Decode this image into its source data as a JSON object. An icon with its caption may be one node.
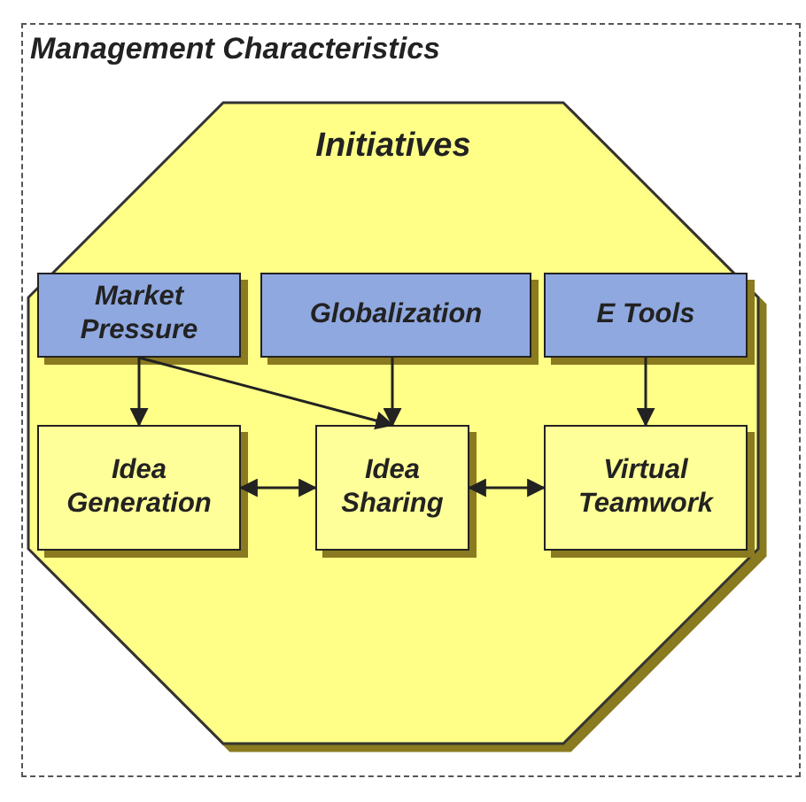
{
  "diagram": {
    "nodes": [
      {
        "text": [
          "Management Characteristics"
        ]
      },
      {
        "text": [
          "Initiatives"
        ],
        "in": 0
      },
      {
        "text": [
          "Market Pressure"
        ],
        "in": 1
      },
      {
        "text": [
          "Globalization"
        ],
        "in": 1
      },
      {
        "text": [
          "E Tools"
        ],
        "in": 1
      },
      {
        "text": [
          "Idea Generation"
        ],
        "in": 1
      },
      {
        "text": [
          "Idea Sharing"
        ],
        "in": 1
      },
      {
        "text": [
          "Virtual Teamwork"
        ],
        "in": 1
      }
    ],
    "edges": [
      {
        "from": 2,
        "to": 5,
        "arrow": "to"
      },
      {
        "from": 2,
        "to": 6,
        "arrow": "to"
      },
      {
        "from": 3,
        "to": 6,
        "arrow": "to"
      },
      {
        "from": 4,
        "to": 7,
        "arrow": "to"
      },
      {
        "from": 5,
        "to": 6,
        "arrow": "both"
      },
      {
        "from": 6,
        "to": 7,
        "arrow": "both"
      }
    ]
  }
}
